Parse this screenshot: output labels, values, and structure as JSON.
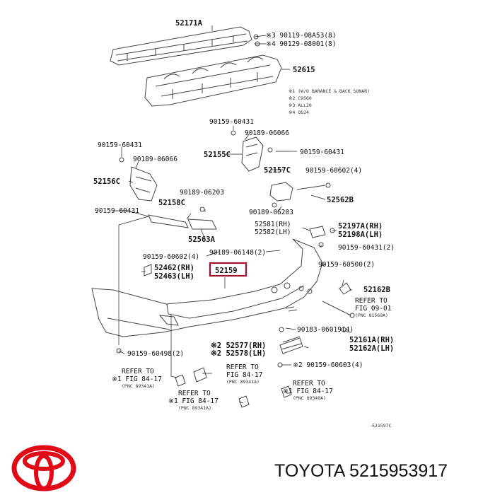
{
  "labels": {
    "p52171A": "52171A",
    "p90119": "※3 90119-08A53(8)",
    "p90129": "※4 90129-08001(8)",
    "p52615": "52615",
    "note1": "※1 (W/O BARANCE & BACK SONAR)",
    "note2": "※2 C9560",
    "note3": "※3 ALL20",
    "note4": "※4 OS24",
    "p90159_60431_a": "90159-60431",
    "p90189_06066_a": "90189-06066",
    "p52155C": "52155C",
    "p90159_60431_b": "90159-60431",
    "p52157C": "52157C",
    "p90159_60602_a": "90159-60602(4)",
    "p90159_60431_c": "90159-60431",
    "p90189_06066_b": "90189-06066",
    "p52156C": "52156C",
    "p90189_06203_a": "90189-06203",
    "p52562B": "52562B",
    "p52158C": "52158C",
    "p90159_60431_d": "90159-60431",
    "p90189_06203_b": "90189-06203",
    "p52563A": "52563A",
    "p52581": "52581(RH)",
    "p52582": "52582(LH)",
    "p52197A": "52197A(RH)",
    "p52198A": "52198A(LH)",
    "p90159_60602_b": "90159-60602(4)",
    "p90189_06148": "90189-06148(2)",
    "p90159_60431_e": "90159-60431(2)",
    "p52462": "52462(RH)",
    "p52463": "52463(LH)",
    "p52159": "52159",
    "p90159_60500": "90159-60500(2)",
    "p52162B": "52162B",
    "refer_a1": "REFER TO",
    "refer_a2": "FIG 09-01",
    "refer_a3": "(PNC 81560A)",
    "p90183": "90183-06019(4)",
    "p52161A": "52161A(RH)",
    "p52162A": "52162A(LH)",
    "p52577": "※2 52577(RH)",
    "p52578": "※2 52578(LH)",
    "p90159_60498": "90159-60498(2)",
    "p90159_60603": "※2 90159-60603(4)",
    "refer_b1": "REFER TO",
    "refer_b2": "※1 FIG 84-17",
    "refer_b3": "(PNC 89341A)",
    "refer_c1": "REFER TO",
    "refer_c2": "FIG 84-17",
    "refer_c3": "(PNC 89341A)",
    "refer_d1": "REFER TO",
    "refer_d2": "※1 FIG 84-17",
    "refer_d3": "(PNC 89341A)",
    "refer_e1": "REFER TO",
    "refer_e2": "※1 FIG 84-17",
    "refer_e3": "(PNC 89340A)",
    "diagram_id": "521597C"
  },
  "brand": {
    "title": "TOYOTA 5215953917",
    "logo_color": "#e10a17",
    "highlight_color": "#a0102a"
  }
}
